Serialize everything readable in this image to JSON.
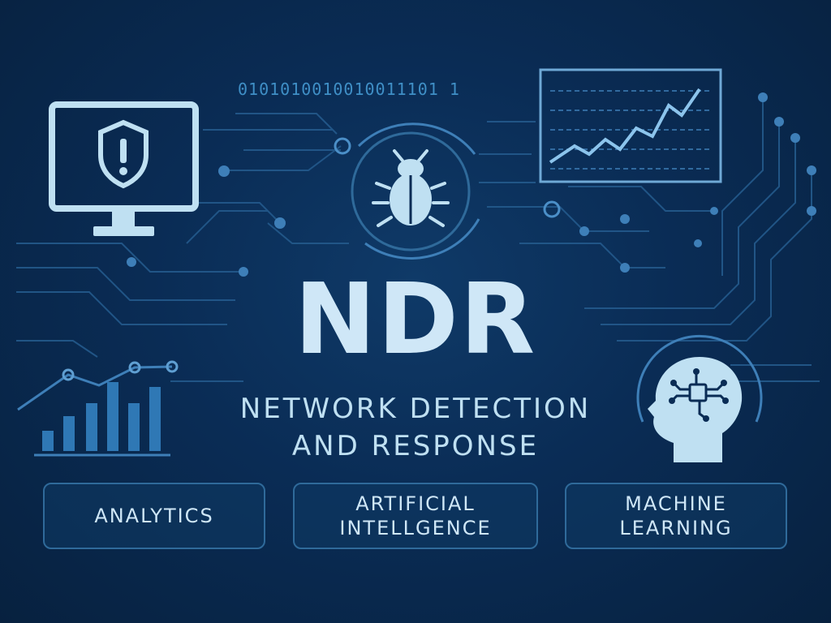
{
  "headline": {
    "title": "NDR",
    "subtitle_line1": "NETWORK DETECTION",
    "subtitle_line2": "AND RESPONSE"
  },
  "binary_text": "0101010010010011101 1",
  "tags": [
    {
      "line1": "ANALYTICS"
    },
    {
      "line1": "ARTIFICIAL",
      "line2": "INTELLGENCE"
    },
    {
      "line1": "MACHINE",
      "line2": "LEARNING"
    }
  ],
  "colors": {
    "background": "#0a2c55",
    "accent_light": "#cfe7f7",
    "line_blue": "#2f6a9a",
    "icon_blue": "#bfe0f2"
  },
  "icons": [
    "monitor-shield-alert-icon",
    "bug-icon",
    "line-chart-icon",
    "bar-chart-icon",
    "ai-head-icon"
  ]
}
